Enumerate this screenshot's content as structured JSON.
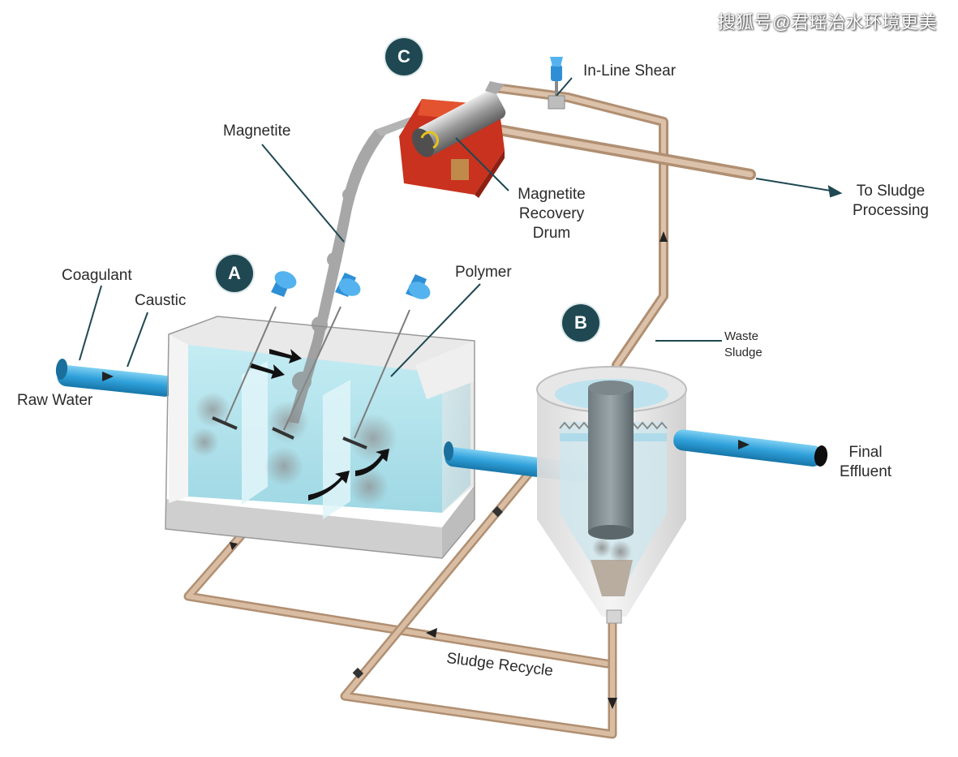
{
  "watermark": "搜狐号@君瑶治水环境更美",
  "badges": {
    "a": "A",
    "b": "B",
    "c": "C"
  },
  "labels": {
    "coagulant": "Coagulant",
    "caustic": "Caustic",
    "raw_water": "Raw Water",
    "magnetite": "Magnetite",
    "polymer": "Polymer",
    "in_line_shear": "In-Line Shear",
    "magnetite_recovery_drum": [
      "Magnetite",
      "Recovery",
      "Drum"
    ],
    "to_sludge_processing": [
      "To Sludge",
      "Processing"
    ],
    "waste_sludge": [
      "Waste",
      "Sludge"
    ],
    "final_effluent": [
      "Final",
      "Effluent"
    ],
    "sludge_recycle": "Sludge Recycle"
  },
  "colors": {
    "pipe_blue": "#3aa7dc",
    "pipe_tan": "#c9a88a",
    "badge": "#1f4852",
    "leader": "#1f4852",
    "water": "#aee0ea",
    "tank_wall": "#e6e6e6",
    "drum_red": "#c8321e",
    "mixer_blue": "#2e8fd6"
  },
  "icons": [
    "mixer-motor-icon",
    "flow-arrow-icon",
    "recovery-drum-icon",
    "shear-mixer-icon"
  ]
}
